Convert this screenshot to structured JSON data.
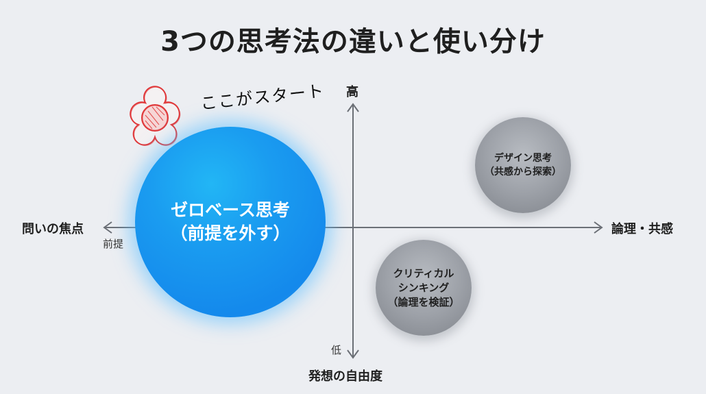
{
  "title": "3つの思考法の違いと使い分け",
  "annotation": {
    "text": "ここがスタート",
    "icon": "flower-doodle-icon",
    "color": "#e0383a"
  },
  "axes": {
    "x_axis": {
      "right_label": "論理・共感",
      "left_label": "問いの焦点",
      "left_sub_label": "前提"
    },
    "y_axis": {
      "top_label": "高",
      "bottom_label": "低",
      "title": "発想の自由度"
    },
    "color": "#6b6f76"
  },
  "bubbles": [
    {
      "id": "zero-base",
      "line1": "ゼロベース思考",
      "line2": "（前提を外す）",
      "color": "#1a9cf0"
    },
    {
      "id": "design",
      "line1": "デザイン思考",
      "line2": "（共感から探索）",
      "color": "#9da1a8"
    },
    {
      "id": "critical",
      "line1": "クリティカル",
      "line2": "シンキング",
      "line3": "（論理を検証）",
      "color": "#9da1a8"
    }
  ],
  "background_color": "#eceef2"
}
